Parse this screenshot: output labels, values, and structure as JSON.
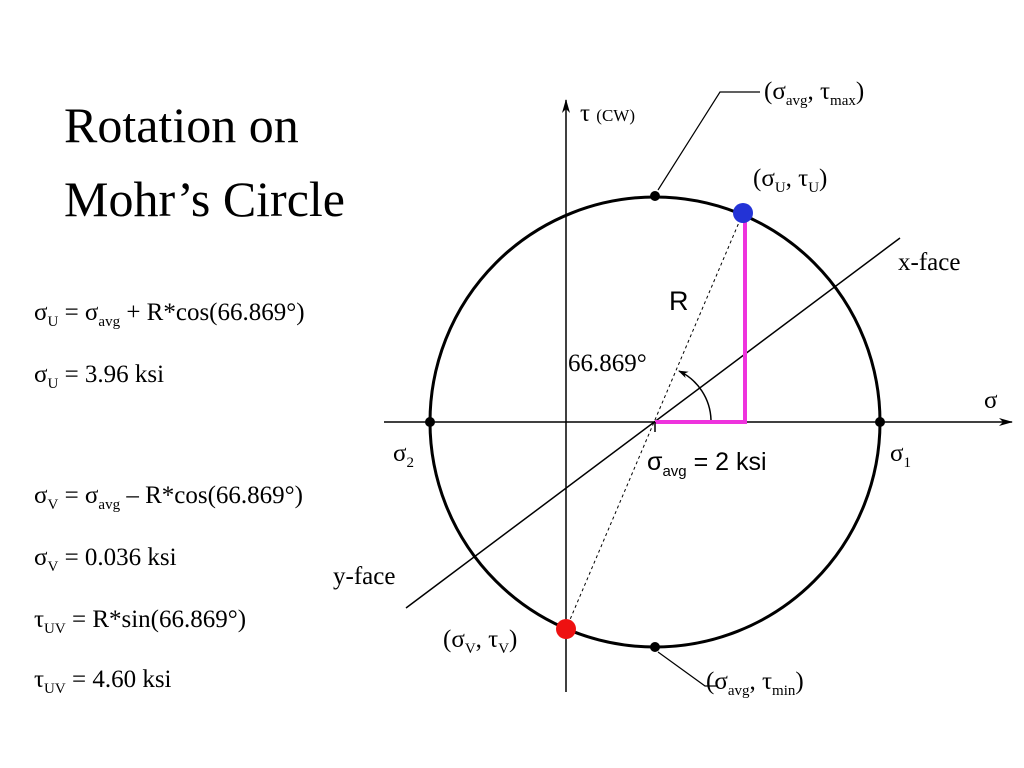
{
  "title": {
    "line1": "Rotation on",
    "line2": "Mohr’s Circle"
  },
  "equations": {
    "sigma_u_formula": {
      "lhs": "σ",
      "lhs_sub": "U",
      "op": " = σ",
      "op_sub": "avg",
      "rhs": " + R*cos(66.869°)"
    },
    "sigma_u_value": {
      "lhs": "σ",
      "lhs_sub": "U",
      "rhs": " = 3.96 ksi"
    },
    "sigma_v_formula": {
      "lhs": "σ",
      "lhs_sub": "V",
      "op": " = σ",
      "op_sub": "avg",
      "rhs": " – R*cos(66.869°)"
    },
    "sigma_v_value": {
      "lhs": "σ",
      "lhs_sub": "V",
      "rhs": " = 0.036 ksi"
    },
    "tau_uv_formula": {
      "lhs": "τ",
      "lhs_sub": "UV",
      "rhs": " = R*sin(66.869°)"
    },
    "tau_uv_value": {
      "lhs": "τ",
      "lhs_sub": "UV",
      "rhs": " = 4.60 ksi"
    }
  },
  "diagram": {
    "tau_axis": {
      "symbol": "τ",
      "note": "(CW)"
    },
    "sigma_axis": "σ",
    "sigma_1": {
      "symbol": "σ",
      "sub": "1"
    },
    "sigma_2": {
      "symbol": "σ",
      "sub": "2"
    },
    "radius_label": "R",
    "angle_label": "66.869°",
    "sigma_avg": {
      "symbol": "σ",
      "sub": "avg",
      "rest": " = 2 ksi"
    },
    "x_face": "x-face",
    "y_face": "y-face",
    "point_u": {
      "open": "(σ",
      "s1": "U",
      "mid": ", τ",
      "s2": "U",
      "close": ")"
    },
    "point_v": {
      "open": "(σ",
      "s1": "V",
      "mid": ", τ",
      "s2": "V",
      "close": ")"
    },
    "tau_max_point": {
      "open": "(σ",
      "s1": "avg",
      "mid": ", τ",
      "s2": "max",
      "close": ")"
    },
    "tau_min_point": {
      "open": "(σ",
      "s1": "avg",
      "mid": ", τ",
      "s2": "min",
      "close": ")"
    }
  },
  "colors": {
    "point_u": "#2333d6",
    "point_v": "#ee1111",
    "highlight": "#ee33dd"
  }
}
